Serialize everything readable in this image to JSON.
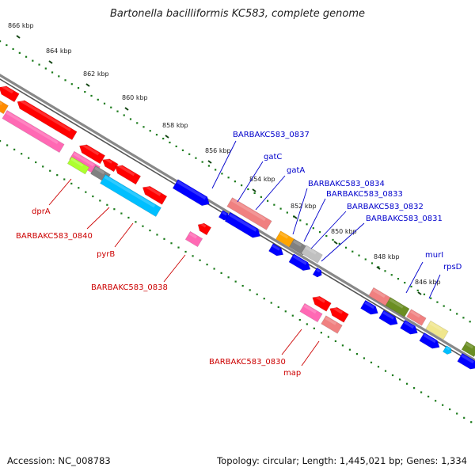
{
  "title": "Bartonella bacilliformis KC583, complete genome",
  "footer": {
    "accession": "Accession: NC_008783",
    "stats": "Topology: circular; Length: 1,445,021 bp; Genes: 1,334"
  },
  "colors": {
    "forward_label": "#0000cc",
    "reverse_label": "#cc0000",
    "backbone": "#888888",
    "ruler_dots": "#1a7a1a"
  },
  "ruler_ticks": [
    "866 kbp",
    "864 kbp",
    "862 kbp",
    "860 kbp",
    "858 kbp",
    "856 kbp",
    "854 kbp",
    "852 kbp",
    "850 kbp",
    "848 kbp",
    "846 kbp"
  ],
  "forward_labels": [
    "BARBAKC583_0837",
    "gatC",
    "gatA",
    "BARBAKC583_0834",
    "BARBAKC583_0833",
    "BARBAKC583_0832",
    "BARBAKC583_0831",
    "murI",
    "rpsD"
  ],
  "reverse_labels": [
    "dprA",
    "BARBAKC583_0840",
    "pyrB",
    "BARBAKC583_0838",
    "BARBAKC583_0830",
    "map"
  ],
  "feature_colors": [
    "red",
    "blue",
    "hotpink",
    "deepskyblue",
    "lightcoral",
    "orange",
    "gray",
    "silver",
    "olivedrab",
    "khaki",
    "greenyellow",
    "darkorange"
  ]
}
